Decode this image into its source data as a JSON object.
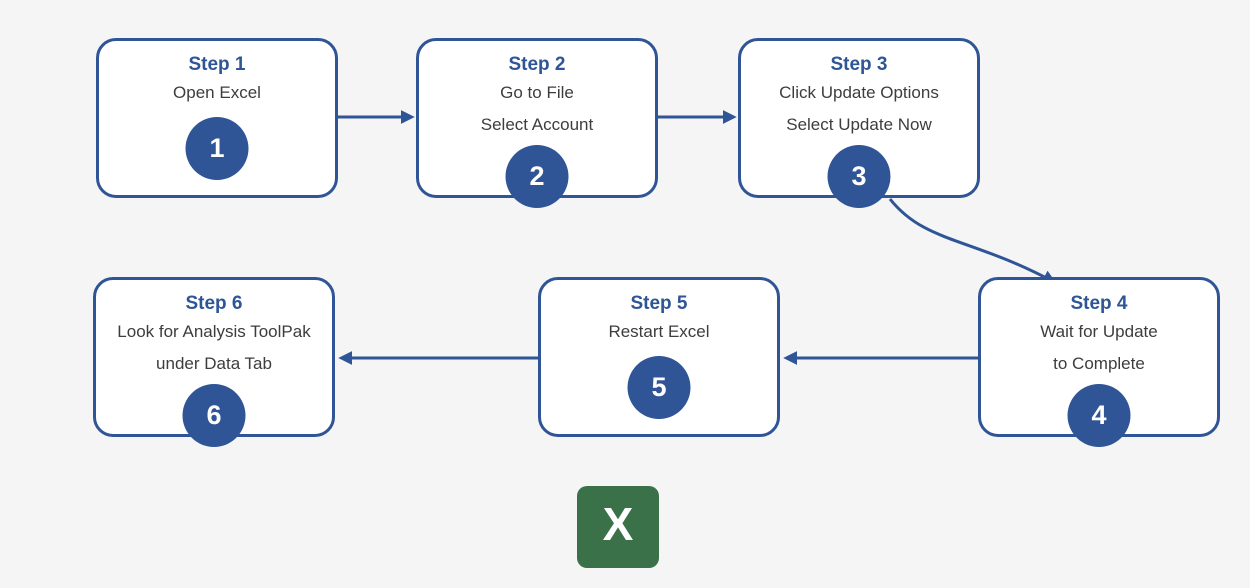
{
  "diagram": {
    "type": "flowchart",
    "steps": [
      {
        "title": "Step 1",
        "lines": [
          "Open Excel"
        ],
        "number": "1"
      },
      {
        "title": "Step 2",
        "lines": [
          "Go to File",
          "Select Account"
        ],
        "number": "2"
      },
      {
        "title": "Step 3",
        "lines": [
          "Click Update Options",
          "Select Update Now"
        ],
        "number": "3"
      },
      {
        "title": "Step 4",
        "lines": [
          "Wait for Update",
          "to Complete"
        ],
        "number": "4"
      },
      {
        "title": "Step 5",
        "lines": [
          "Restart Excel"
        ],
        "number": "5"
      },
      {
        "title": "Step 6",
        "lines": [
          "Look for Analysis ToolPak",
          "under Data Tab"
        ],
        "number": "6"
      }
    ],
    "connections": [
      {
        "from": "Step 1",
        "to": "Step 2"
      },
      {
        "from": "Step 2",
        "to": "Step 3"
      },
      {
        "from": "Step 3",
        "to": "Step 4"
      },
      {
        "from": "Step 4",
        "to": "Step 5"
      },
      {
        "from": "Step 5",
        "to": "Step 6"
      }
    ],
    "logo": {
      "letter": "X"
    },
    "colors": {
      "accent_blue": "#2f5596",
      "body_text": "#3d3d3d",
      "background": "#f5f5f6",
      "box_fill": "#ffffff",
      "excel_green": "#3a7148"
    }
  }
}
